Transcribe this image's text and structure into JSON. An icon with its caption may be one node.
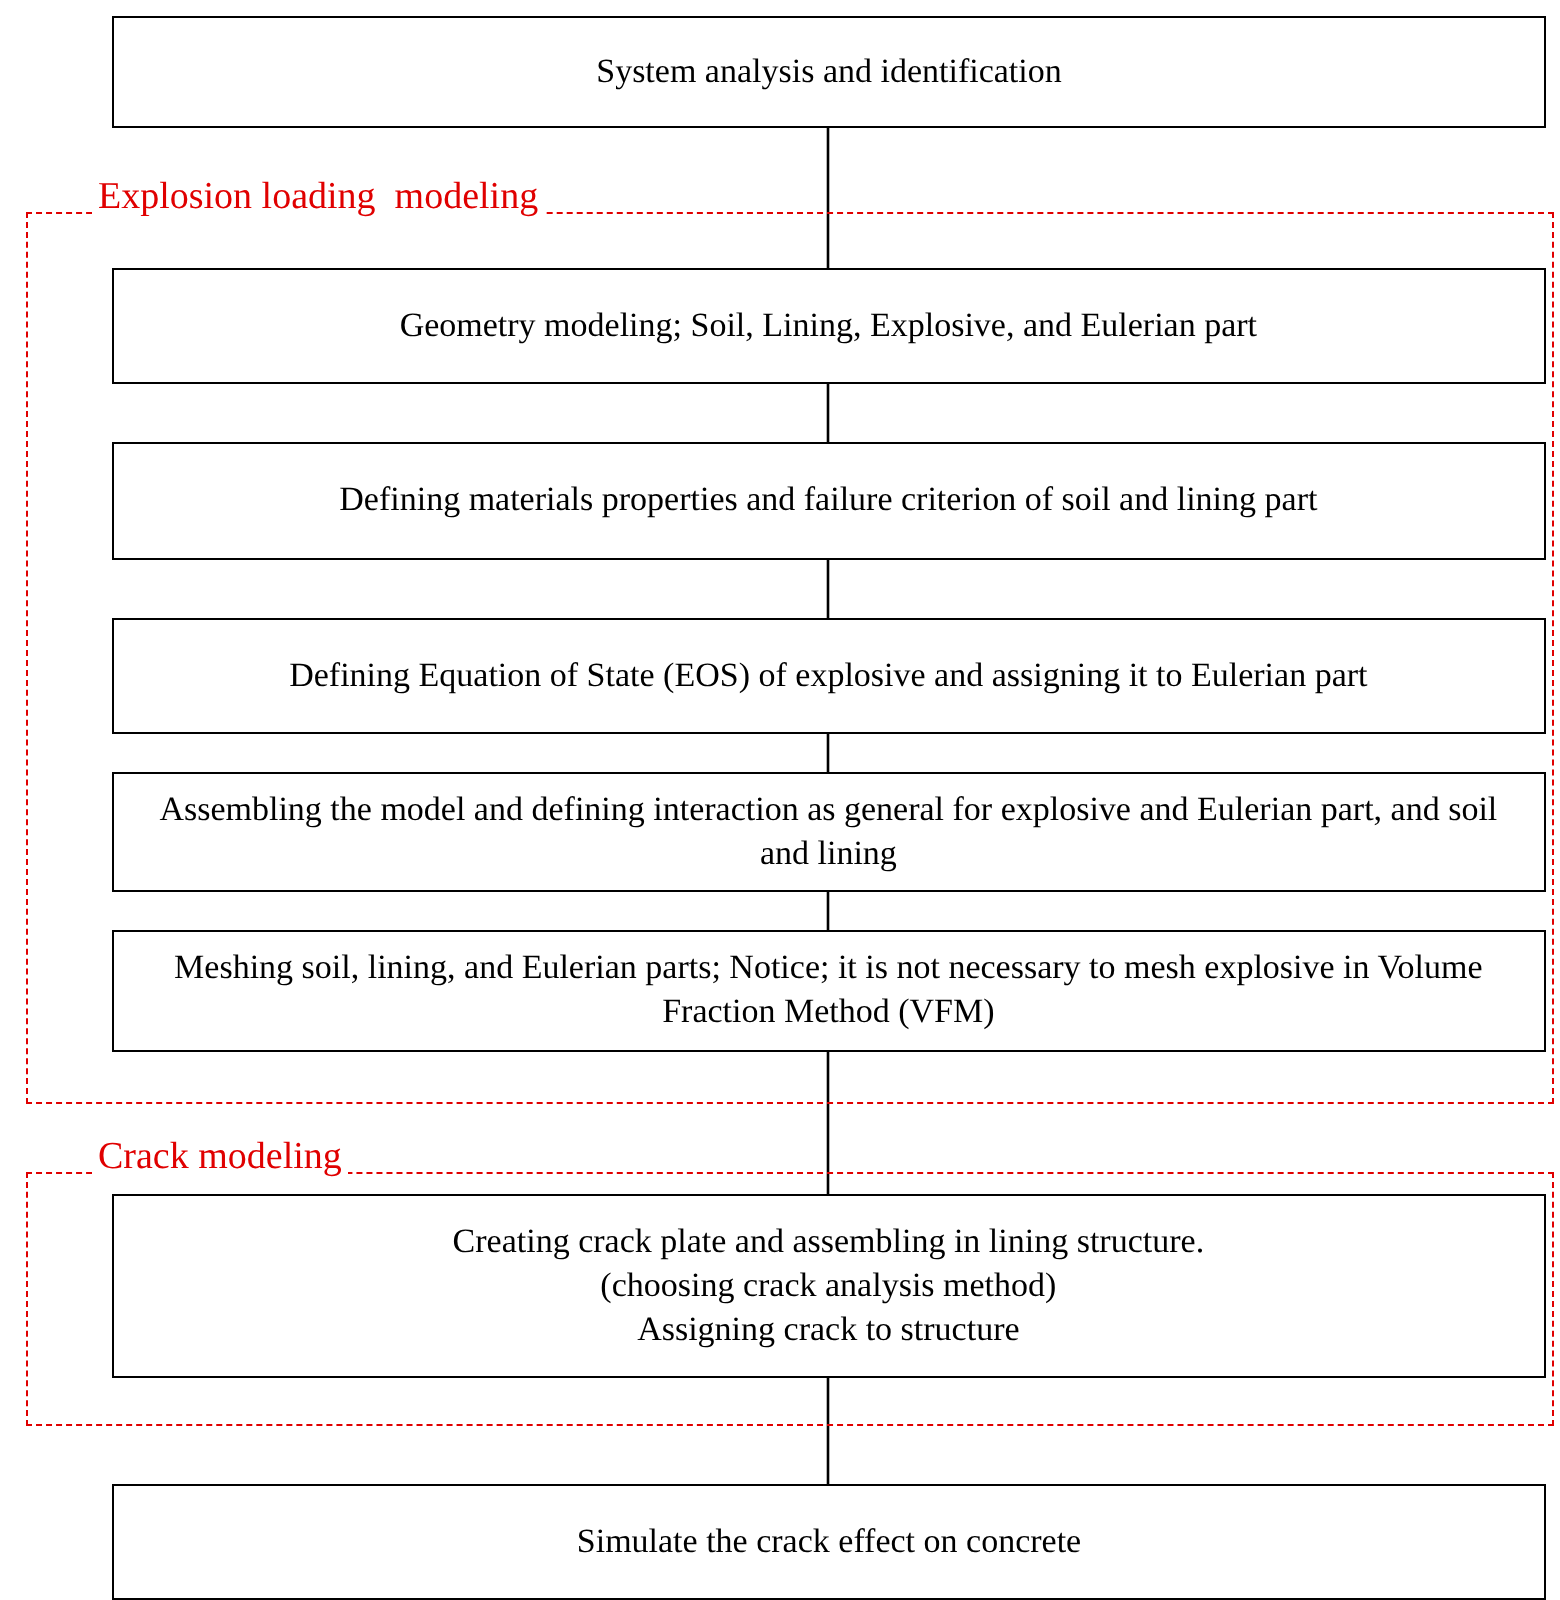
{
  "diagram": {
    "nodes": [
      {
        "text": [
          "System analysis and identification"
        ]
      },
      {
        "text": [
          "Explosion loading  modeling"
        ]
      },
      {
        "text": [
          "Geometry modeling; Soil, Lining, Explosive, and Eulerian part"
        ],
        "in": 1
      },
      {
        "text": [
          "Defining materials properties and failure criterion of soil and lining part"
        ],
        "in": 1
      },
      {
        "text": [
          "Defining Equation of State (EOS) of explosive and assigning it to Eulerian part"
        ],
        "in": 1
      },
      {
        "text": [
          "Assembling the model and defining interaction as general for explosive and Eulerian part, and soil and lining"
        ],
        "in": 1
      },
      {
        "text": [
          "Meshing soil, lining, and Eulerian parts; Notice; it is not necessary to mesh explosive in Volume Fraction Method (VFM)"
        ],
        "in": 1
      },
      {
        "text": [
          "Crack modeling"
        ]
      },
      {
        "text": [
          "Creating crack plate and assembling in lining structure.",
          "(choosing crack analysis method)",
          "Assigning crack to structure"
        ],
        "in": 7
      },
      {
        "text": [
          "Simulate the crack effect on concrete"
        ]
      }
    ],
    "edges": [
      {
        "from": 0,
        "to": 2,
        "arrow": "none"
      },
      {
        "from": 2,
        "to": 3,
        "arrow": "none"
      },
      {
        "from": 3,
        "to": 4,
        "arrow": "none"
      },
      {
        "from": 4,
        "to": 5,
        "arrow": "none"
      },
      {
        "from": 5,
        "to": 6,
        "arrow": "none"
      },
      {
        "from": 6,
        "to": 8,
        "arrow": "none"
      },
      {
        "from": 8,
        "to": 9,
        "arrow": "none"
      }
    ]
  }
}
